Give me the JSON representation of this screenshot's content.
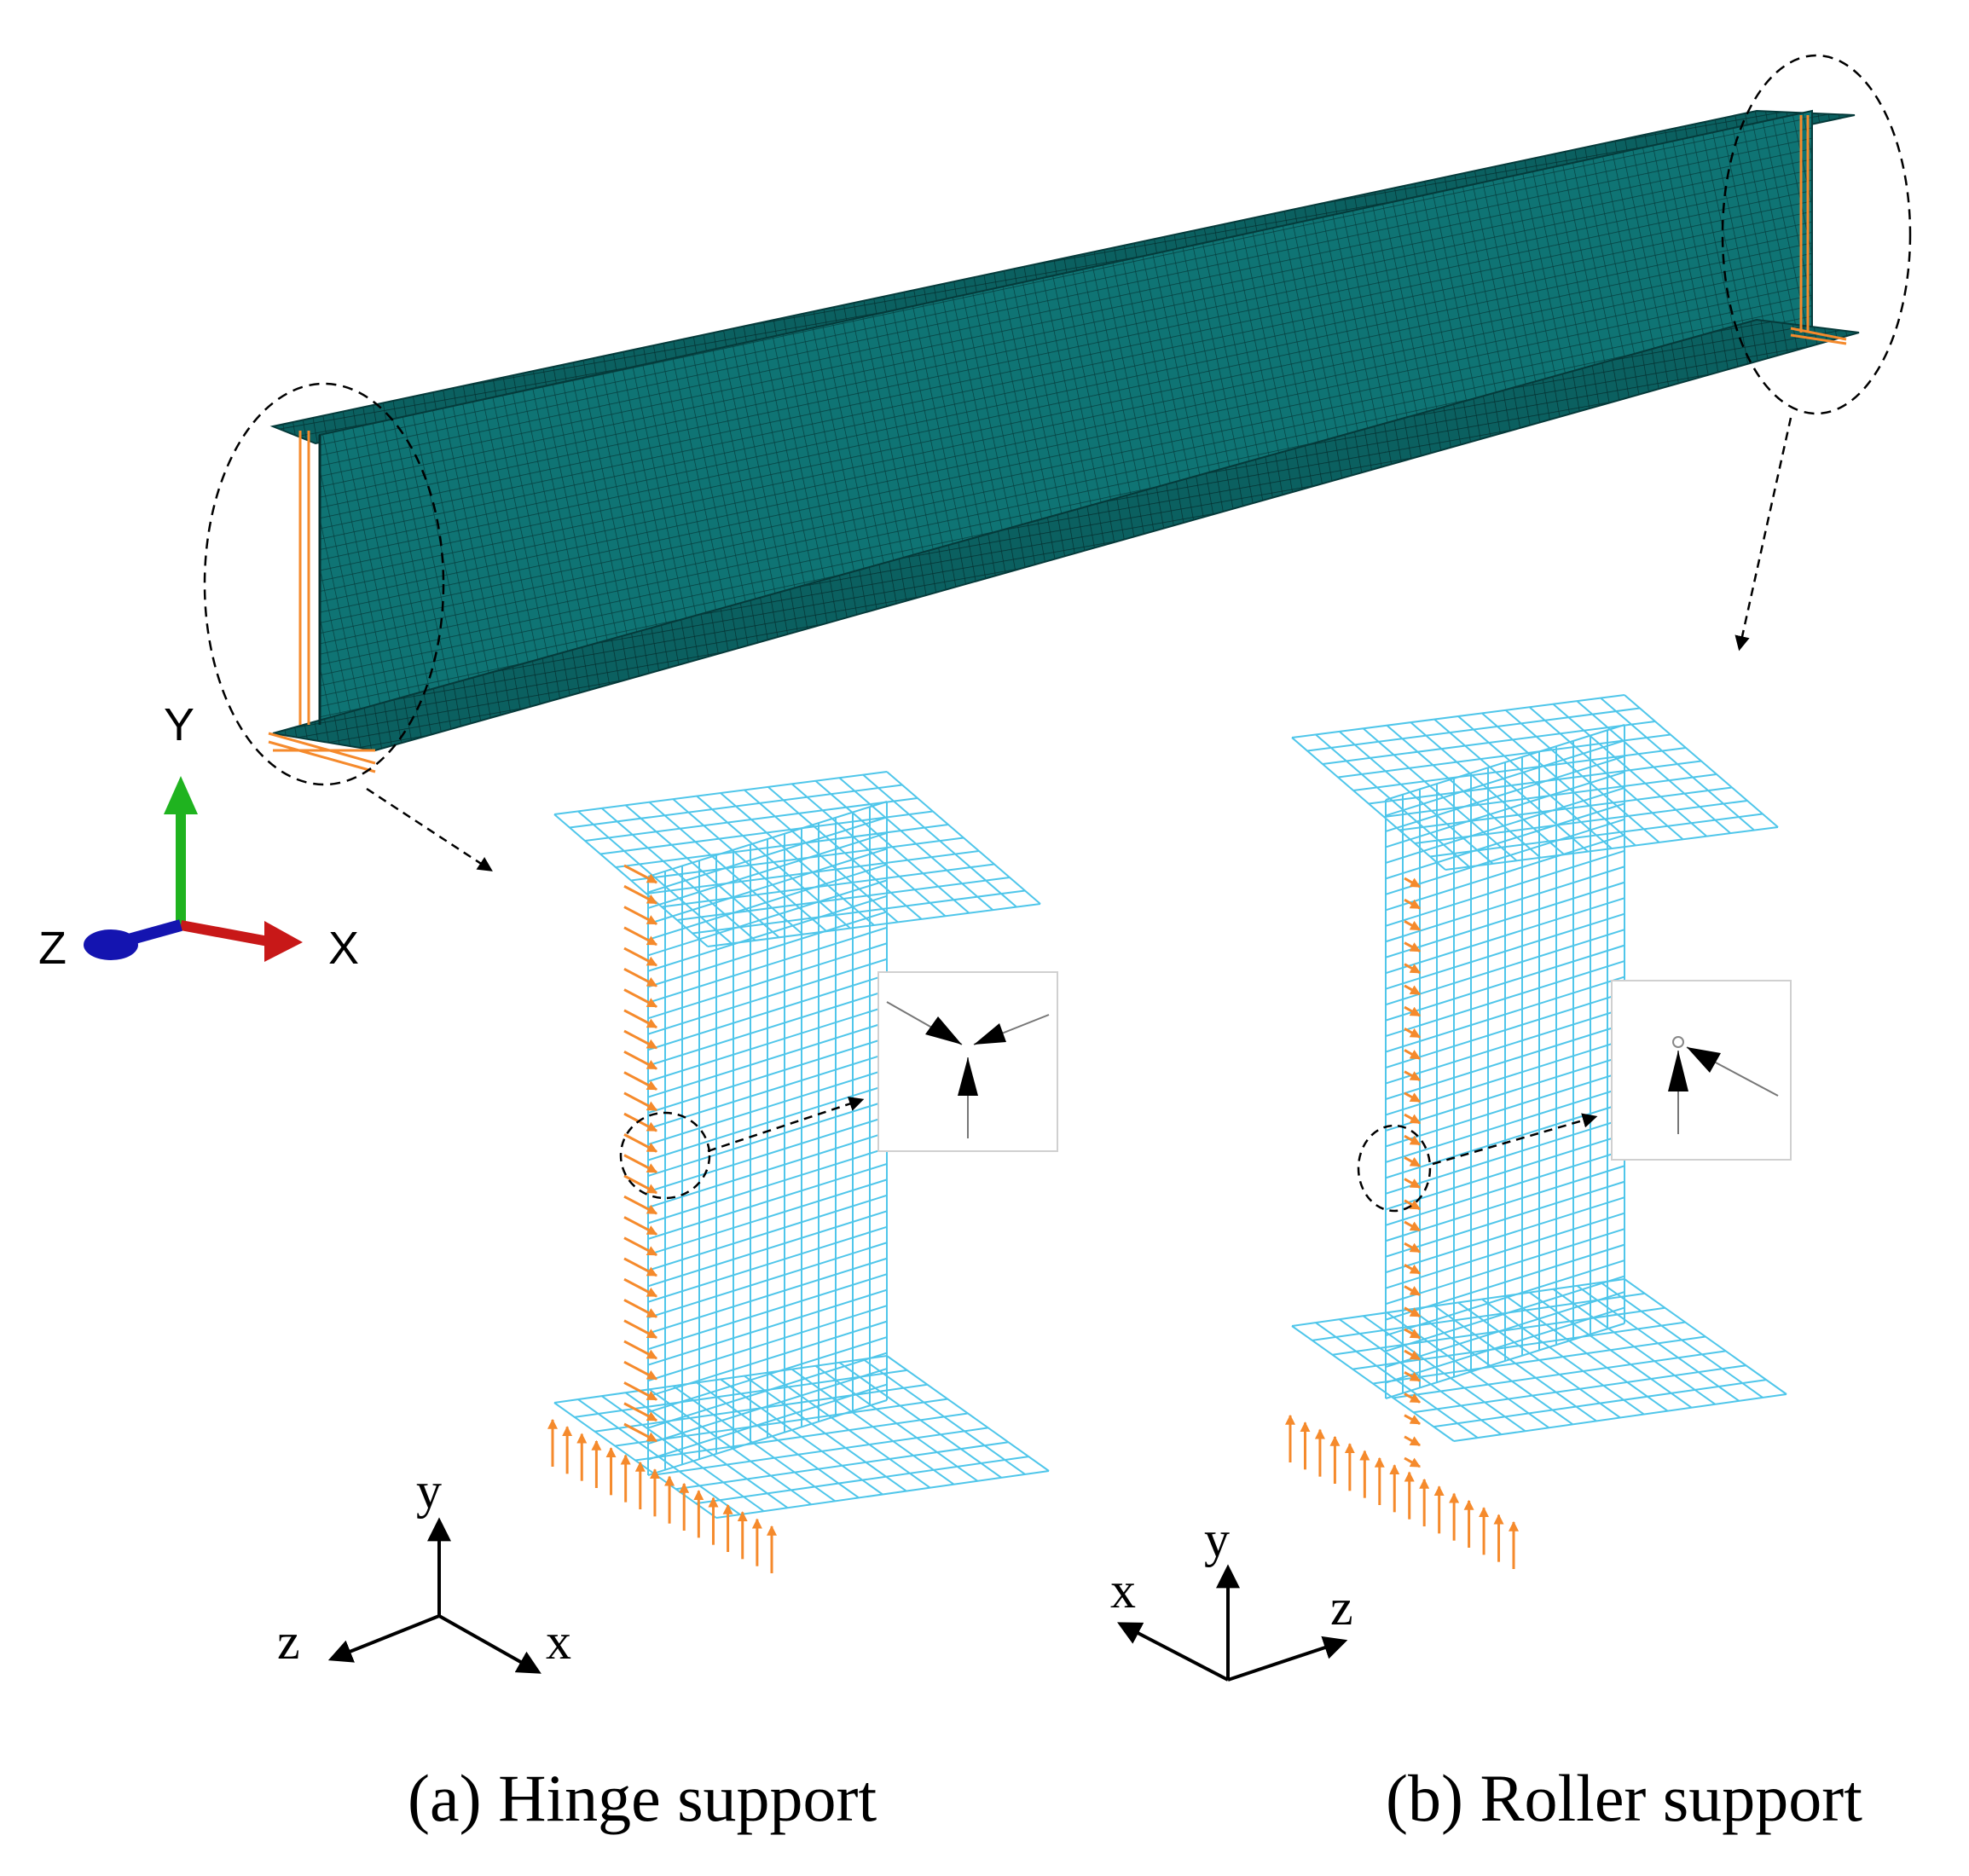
{
  "colors": {
    "beam_fill": "#0d6b6b",
    "beam_mesh": "#07403f",
    "detail_mesh": "#4fc6ea",
    "support_arrow": "#f58a2c",
    "axis_x": "#c81818",
    "axis_y": "#1fb31f",
    "axis_z": "#1414b0"
  },
  "global_axes": {
    "y": "Y",
    "x": "X",
    "z": "Z"
  },
  "detail_a": {
    "axes": {
      "y": "y",
      "x": "x",
      "z": "z"
    },
    "caption": "(a) Hinge support",
    "inset_icon": "three-arrow-hinge-constraint"
  },
  "detail_b": {
    "axes": {
      "y": "y",
      "x": "x",
      "z": "z"
    },
    "caption": "(b) Roller support",
    "inset_icon": "two-arrow-roller-constraint"
  }
}
